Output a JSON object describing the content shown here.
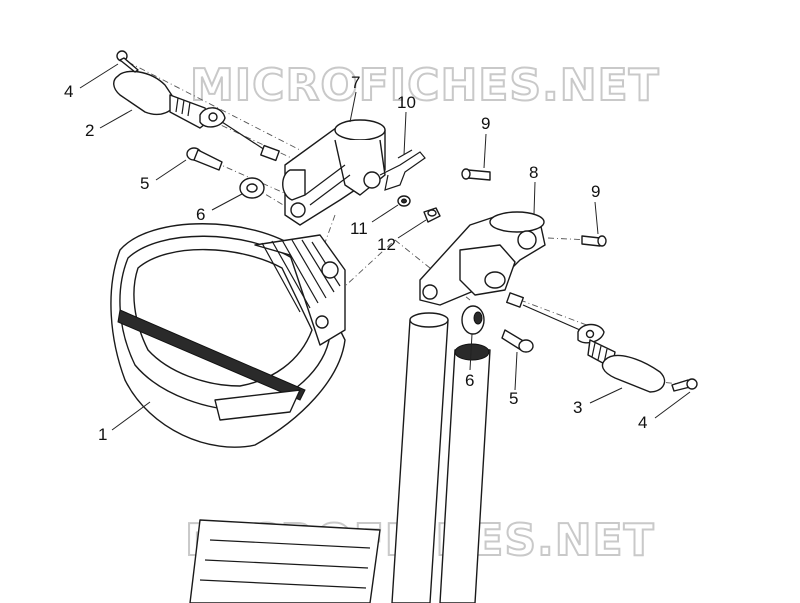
{
  "watermark": {
    "text_top": "MICROFICHES.NET",
    "text_bottom": "MICROFICHES.NET"
  },
  "callouts": [
    {
      "id": "c1",
      "label": "1"
    },
    {
      "id": "c2",
      "label": "2"
    },
    {
      "id": "c3",
      "label": "3"
    },
    {
      "id": "c4a",
      "label": "4"
    },
    {
      "id": "c4b",
      "label": "4"
    },
    {
      "id": "c5a",
      "label": "5"
    },
    {
      "id": "c5b",
      "label": "5"
    },
    {
      "id": "c6a",
      "label": "6"
    },
    {
      "id": "c6b",
      "label": "6"
    },
    {
      "id": "c7",
      "label": "7"
    },
    {
      "id": "c8",
      "label": "8"
    },
    {
      "id": "c9a",
      "label": "9"
    },
    {
      "id": "c9b",
      "label": "9"
    },
    {
      "id": "c10",
      "label": "10"
    },
    {
      "id": "c11",
      "label": "11"
    },
    {
      "id": "c12",
      "label": "12"
    }
  ]
}
